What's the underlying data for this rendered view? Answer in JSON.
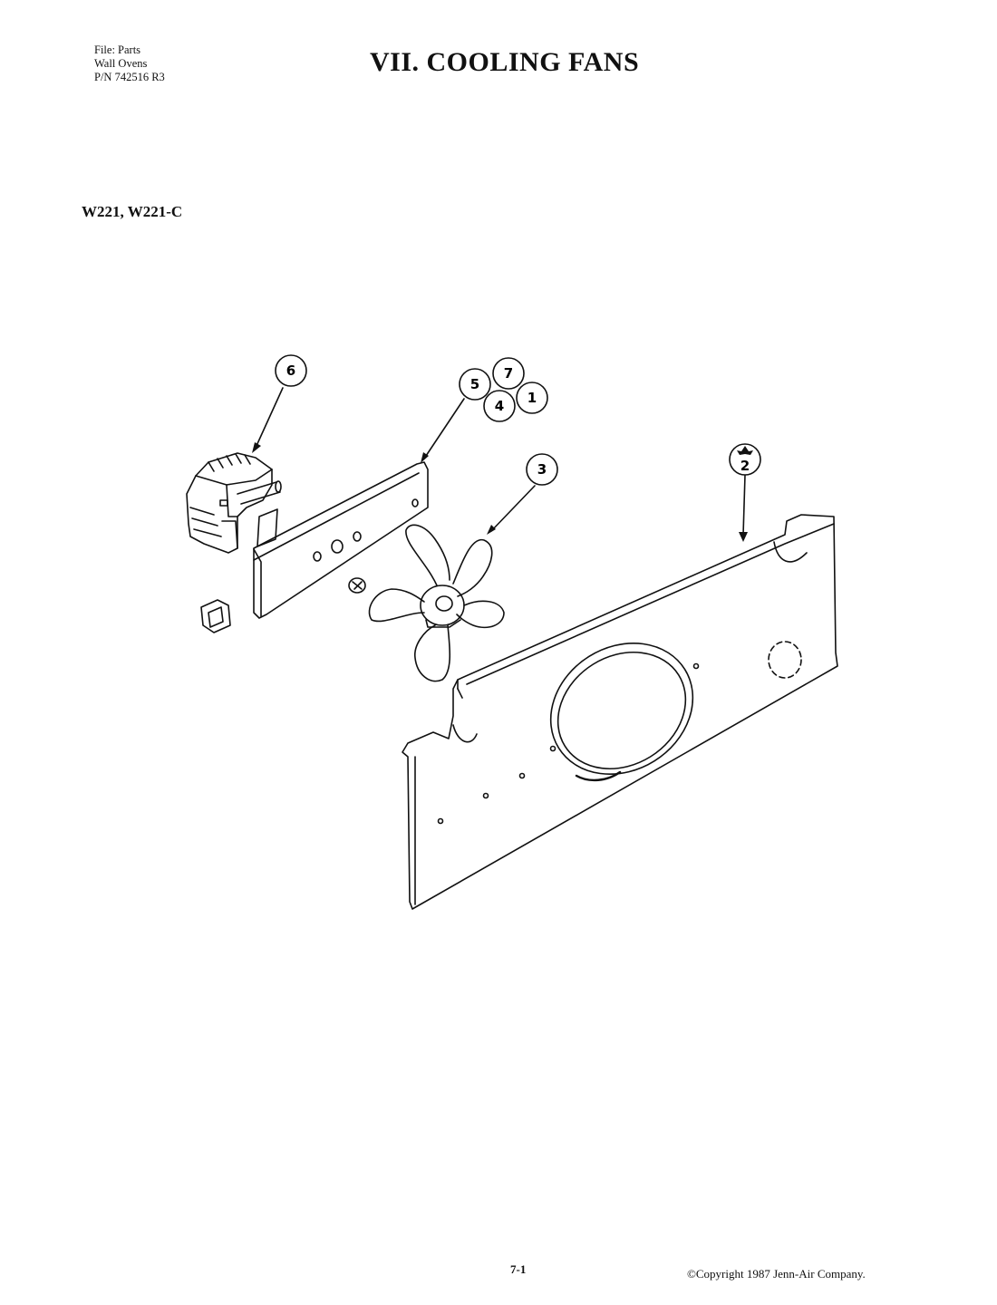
{
  "header": {
    "file_lines": [
      "File: Parts",
      "Wall Ovens",
      "P/N 742516 R3"
    ],
    "title": "VII. COOLING FANS"
  },
  "model": "W221, W221-C",
  "callouts": [
    {
      "id": "callout-6",
      "label": "6"
    },
    {
      "id": "callout-5",
      "label": "5"
    },
    {
      "id": "callout-7",
      "label": "7"
    },
    {
      "id": "callout-4",
      "label": "4"
    },
    {
      "id": "callout-1",
      "label": "1"
    },
    {
      "id": "callout-3",
      "label": "3"
    },
    {
      "id": "callout-2",
      "label": "2"
    }
  ],
  "footer": {
    "page": "7-1",
    "copyright": "©Copyright 1987 Jenn-Air Company."
  }
}
